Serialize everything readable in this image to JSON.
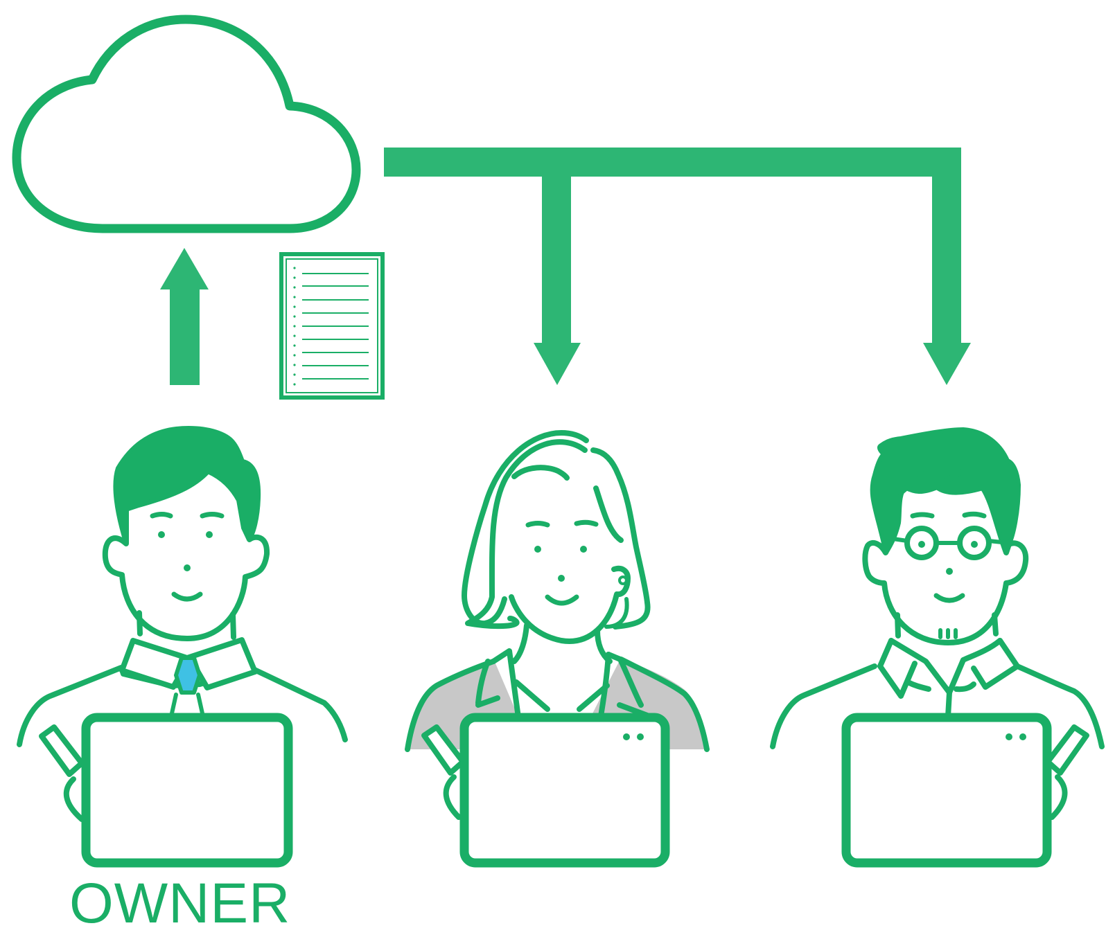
{
  "labels": {
    "owner": "OWNER"
  },
  "colors": {
    "green": "#1aae66",
    "arrow_green": "#2db674",
    "tie_blue": "#3fc1e4",
    "cardigan_gray": "#c8c8c8",
    "background": "#ffffff"
  },
  "icons": {
    "cloud": "cloud-icon",
    "document": "document-icon",
    "upload_arrow": "upload-arrow-icon",
    "distribution_arrows": "distribution-arrows-icon"
  },
  "people": [
    {
      "role": "owner",
      "name": "man-with-tie"
    },
    {
      "role": "recipient",
      "name": "woman-with-cardigan"
    },
    {
      "role": "recipient",
      "name": "man-with-glasses"
    }
  ]
}
